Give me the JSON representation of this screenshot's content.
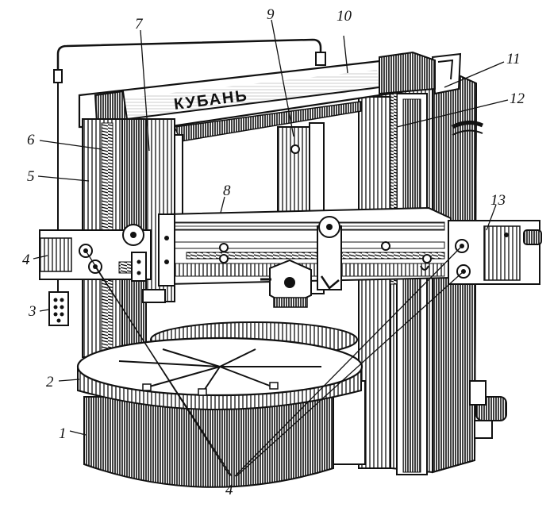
{
  "machine": {
    "brand": "КУБАНЬ"
  },
  "labels": {
    "l1": "1",
    "l2": "2",
    "l3": "3",
    "l4_left": "4",
    "l4_bottom": "4",
    "l5": "5",
    "l6": "6",
    "l7": "7",
    "l8": "8",
    "l9": "9",
    "l10": "10",
    "l11": "11",
    "l12": "12",
    "l13": "13"
  },
  "colors": {
    "ink": "#111111",
    "paper": "#ffffff",
    "shade": "#555555"
  }
}
